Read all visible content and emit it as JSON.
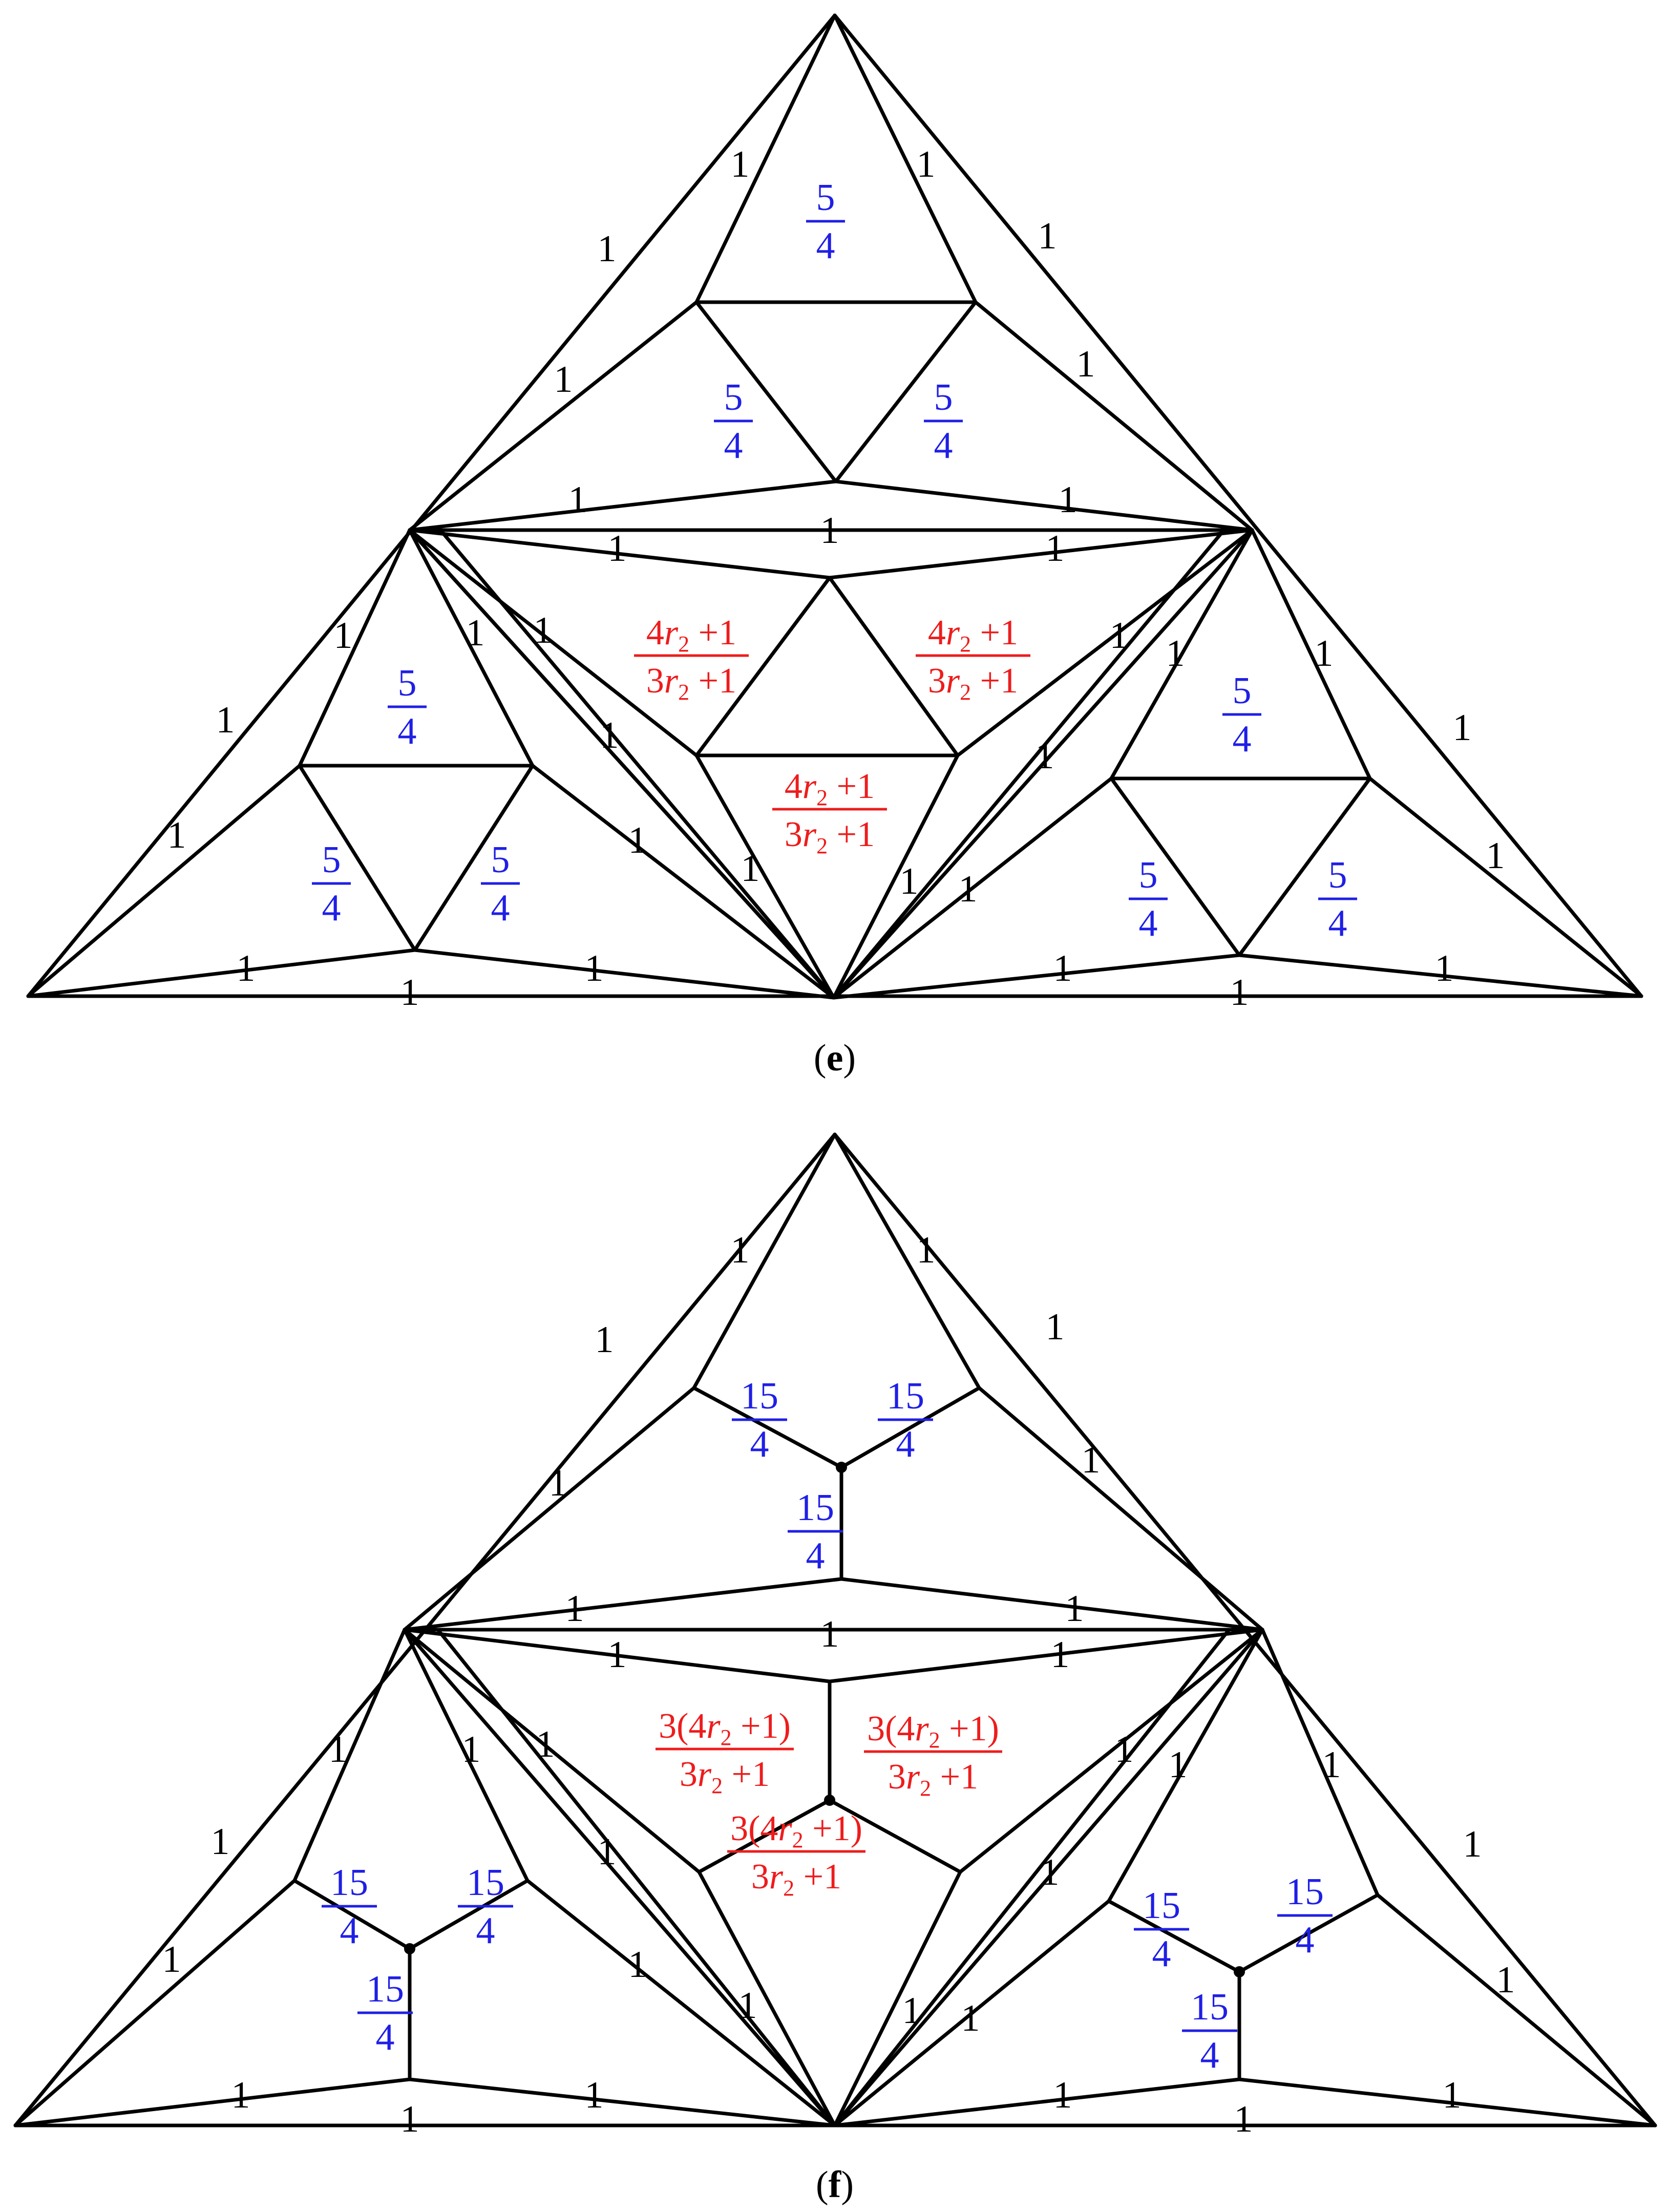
{
  "colors": {
    "edge": "#000000",
    "blue": "#1f1fe6",
    "red": "#ee1c1c",
    "text": "#000000"
  },
  "edge_weight": "1",
  "blue_fraction": {
    "num": "5",
    "den": "4"
  },
  "blue_fraction_f": {
    "num": "15",
    "den": "4"
  },
  "red_fraction": {
    "num_coef": "4",
    "var": "r",
    "sub": "2",
    "num_tail": " +1",
    "den_coef": "3",
    "den_tail": " +1"
  },
  "red_fraction_f": {
    "num_prefix": "3(4",
    "var": "r",
    "sub": "2",
    "num_tail": " +1)",
    "den_coef": "3",
    "den_tail": " +1"
  },
  "captions": {
    "e": {
      "open": "(",
      "letter": "e",
      "close": ")"
    },
    "f": {
      "open": "(",
      "letter": "f",
      "close": ")"
    }
  }
}
